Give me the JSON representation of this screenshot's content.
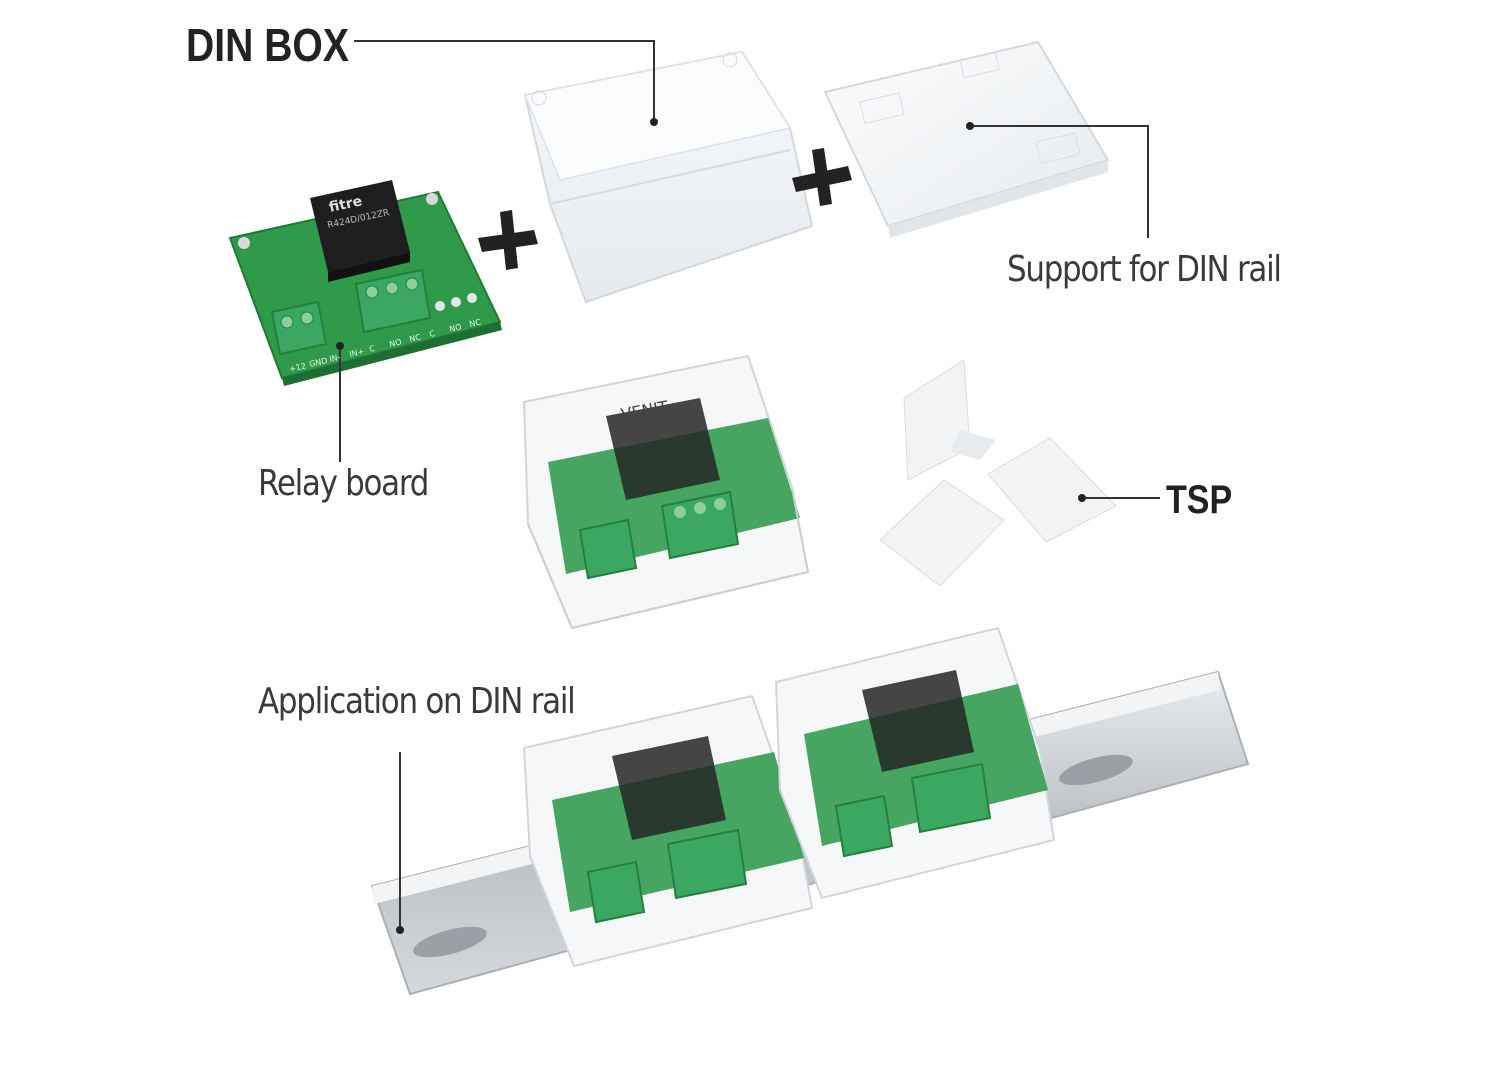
{
  "labels": {
    "din_box": "DIN BOX",
    "support": "Support for DIN rail",
    "relay_board": "Relay board",
    "tsp": "TSP",
    "application": "Application on DIN rail"
  },
  "board": {
    "brand": "fitre",
    "relay_model": "R424D/012ZR",
    "case_brand": "VENIT",
    "terminals": [
      "+12",
      "GND",
      "IN-",
      "IN+",
      "C",
      "NO",
      "NC",
      "C",
      "NO",
      "NC"
    ]
  },
  "colors": {
    "pcb_green": "#2e9a4a",
    "terminal_green": "#3aa860",
    "relay_black": "#1e1e1e",
    "leader_line": "#333333",
    "rail_steel": "#c8cccf"
  }
}
